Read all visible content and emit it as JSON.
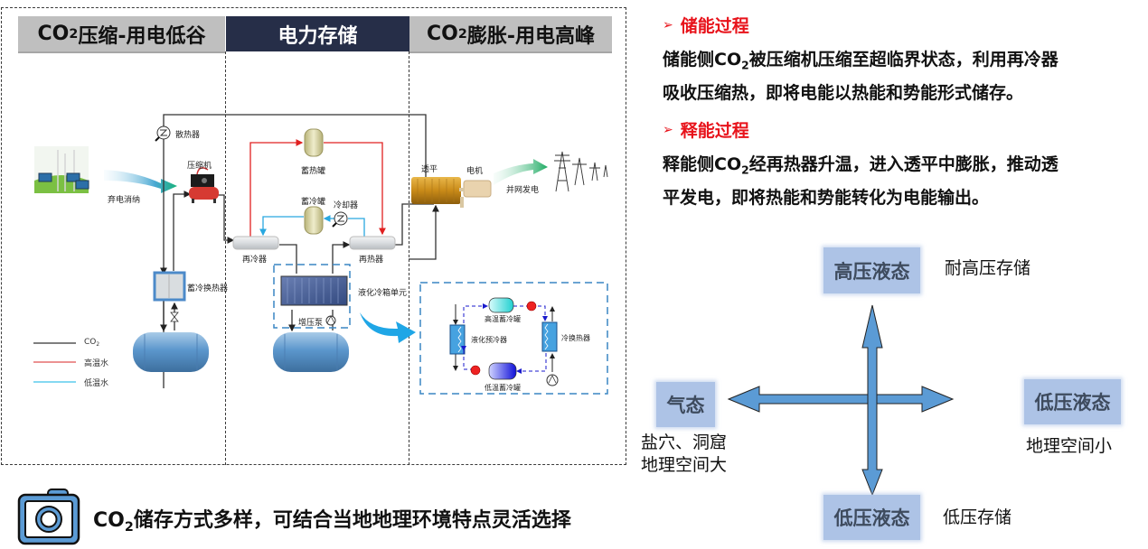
{
  "left_panel": {
    "headers": [
      {
        "prefix": "CO",
        "sub": "2",
        "text": "压缩-用电低谷"
      },
      {
        "prefix": "",
        "sub": "",
        "text": "电力存储"
      },
      {
        "prefix": "CO",
        "sub": "2",
        "text": "膨胀-用电高峰"
      }
    ],
    "components": {
      "radiator": "散热器",
      "compressor": "压缩机",
      "curtailment": "弃电消纳",
      "heat_tank": "蓄热罐",
      "cold_tank": "蓄冷罐",
      "cooler": "冷却器",
      "recooler": "再冷器",
      "reheater": "再热器",
      "turbine": "透平",
      "generator": "电机",
      "grid": "并网发电",
      "cold_storage_hx": "蓄冷换热器",
      "booster_pump": "增压泵",
      "liquefaction_unit": "液化冷箱单元",
      "high_temp_cold_tank": "高温蓄冷罐",
      "low_temp_cold_tank": "低温蓄冷罐",
      "liquefaction_precooler": "液化预冷器",
      "cold_exchanger": "冷换热器"
    },
    "legend": [
      {
        "label_prefix": "CO",
        "label_sub": "2",
        "label": "",
        "color": "#222222"
      },
      {
        "label_prefix": "",
        "label_sub": "",
        "label": "高温水",
        "color": "#e03030"
      },
      {
        "label_prefix": "",
        "label_sub": "",
        "label": "低温水",
        "color": "#29a8e0"
      }
    ]
  },
  "right_panel": {
    "storage_title": "储能过程",
    "storage_text_line1_a": "储能侧CO",
    "storage_text_line1_sub": "2",
    "storage_text_line1_b": "被压缩机压缩至超临界状态，利用再冷器",
    "storage_text_line2": "吸收压缩热，即将电能以热能和势能形式储存。",
    "release_title": "释能过程",
    "release_text_line1_a": "释能侧CO",
    "release_text_line1_sub": "2",
    "release_text_line1_b": "经再热器升温，进入透平中膨胀，推动透",
    "release_text_line2": "平发电，即将热能和势能转化为电能输出。"
  },
  "states": {
    "top": {
      "label": "高压液态",
      "note": "耐高压存储"
    },
    "left": {
      "label": "气态",
      "note_line1": "盐穴、洞窟",
      "note_line2": "地理空间大"
    },
    "right": {
      "label": "低压液态",
      "note": "地理空间小"
    },
    "bottom": {
      "label": "低压液态",
      "note": "低压存储"
    }
  },
  "footer": {
    "prefix": "CO",
    "sub": "2",
    "text": "储存方式多样，可结合当地地理环境特点灵活选择"
  },
  "colors": {
    "header_dark": "#262e48",
    "header_grey": "#bfbfbf",
    "accent_red": "#e8131b",
    "state_box": "#adc3e6",
    "arrow_blue": "#5b9bd5"
  }
}
